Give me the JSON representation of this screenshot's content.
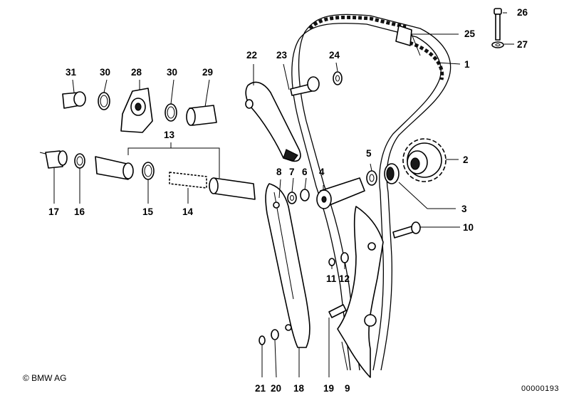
{
  "footer": {
    "copyright": "© BMW AG",
    "doc_id": "00000193"
  },
  "callouts": [
    "1",
    "2",
    "3",
    "4",
    "5",
    "6",
    "7",
    "8",
    "9",
    "10",
    "11",
    "12",
    "13",
    "14",
    "15",
    "16",
    "17",
    "18",
    "19",
    "20",
    "21",
    "22",
    "23",
    "24",
    "25",
    "26",
    "27",
    "28",
    "29",
    "30",
    "30",
    "31"
  ]
}
